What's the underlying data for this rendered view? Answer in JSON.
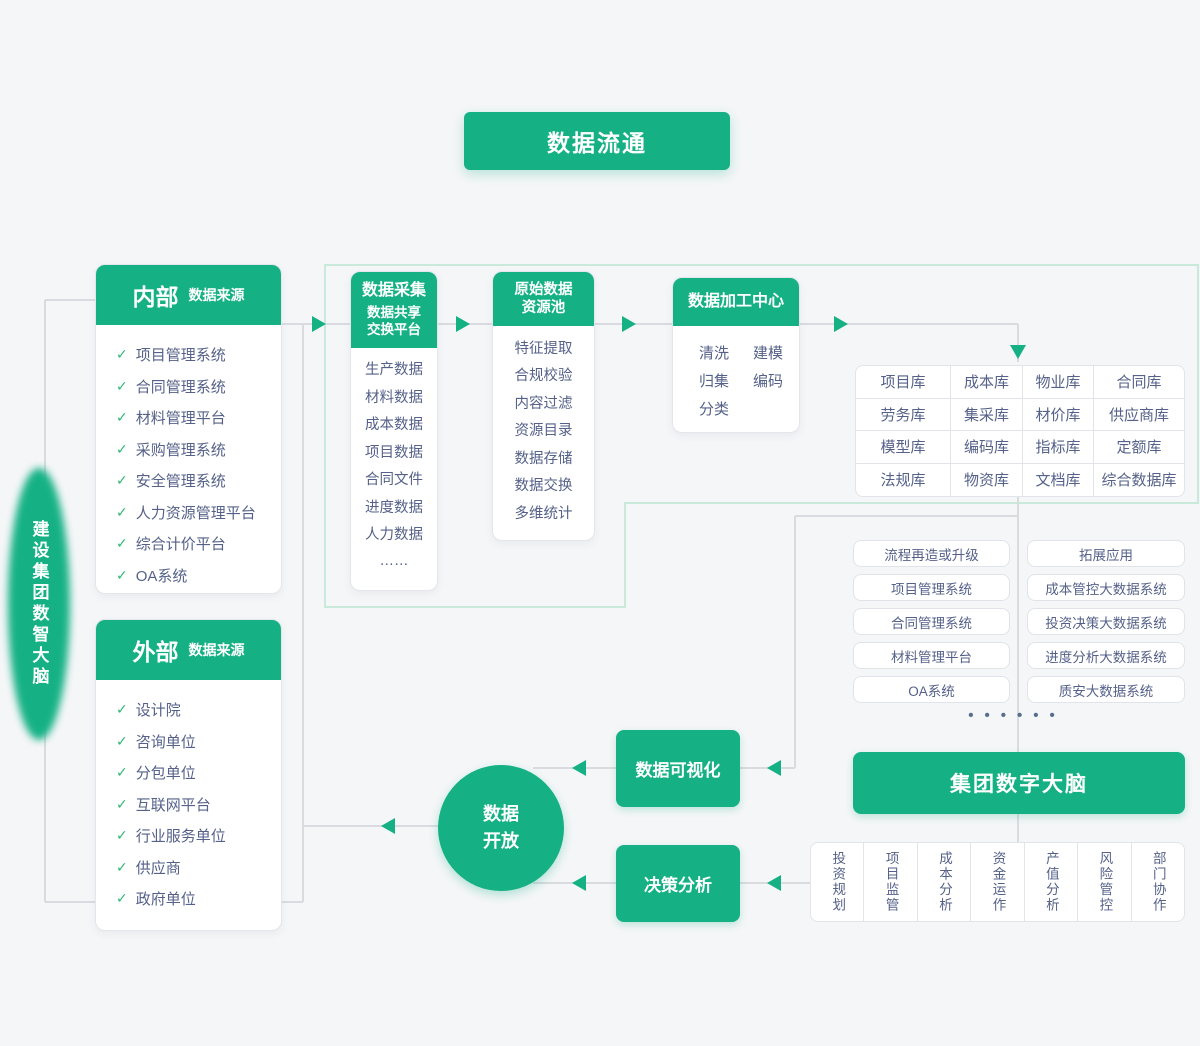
{
  "title": "数据流通",
  "icons": {
    "check": "✓"
  },
  "brain": {
    "label": "建设集团数智大脑"
  },
  "internal": {
    "title": "内部",
    "subtitle": "数据来源",
    "items": [
      "项目管理系统",
      "合同管理系统",
      "材料管理平台",
      "采购管理系统",
      "安全管理系统",
      "人力资源管理平台",
      "综合计价平台",
      "OA系统"
    ]
  },
  "external": {
    "title": "外部",
    "subtitle": "数据来源",
    "items": [
      "设计院",
      "咨询单位",
      "分包单位",
      "互联网平台",
      "行业服务单位",
      "供应商",
      "政府单位"
    ]
  },
  "collection": {
    "title": "数据采集",
    "subtitle_line1": "数据共享",
    "subtitle_line2": "交换平台",
    "items": [
      "生产数据",
      "材料数据",
      "成本数据",
      "项目数据",
      "合同文件",
      "进度数据",
      "人力数据",
      "……"
    ]
  },
  "pool": {
    "title_line1": "原始数据",
    "title_line2": "资源池",
    "items": [
      "特征提取",
      "合规校验",
      "内容过滤",
      "资源目录",
      "数据存储",
      "数据交换",
      "多维统计"
    ]
  },
  "processing": {
    "title": "数据加工中心",
    "items": [
      "清洗",
      "建模",
      "归集",
      "编码",
      "分类"
    ]
  },
  "databases": {
    "rows": [
      [
        "项目库",
        "成本库",
        "物业库",
        "合同库"
      ],
      [
        "劳务库",
        "集采库",
        "材价库",
        "供应商库"
      ],
      [
        "模型库",
        "编码库",
        "指标库",
        "定额库"
      ],
      [
        "法规库",
        "物资库",
        "文档库",
        "综合数据库"
      ]
    ]
  },
  "upgrade_list": [
    "流程再造或升级",
    "项目管理系统",
    "合同管理系统",
    "材料管理平台",
    "OA系统"
  ],
  "extend_list": [
    "拓展应用",
    "成本管控大数据系统",
    "投资决策大数据系统",
    "进度分析大数据系统",
    "质安大数据系统"
  ],
  "dots": "••••••",
  "digital_brain": "集团数字大脑",
  "visualization": "数据可视化",
  "decision": "决策分析",
  "open_circle": {
    "line1": "数据",
    "line2": "开放"
  },
  "functions": [
    "投资规划",
    "项目监管",
    "成本分析",
    "资金运作",
    "产值分析",
    "风险管控",
    "部门协作"
  ],
  "colors": {
    "primary_green": "#15b184",
    "check_green": "#2db873",
    "navy_text": "#556189",
    "line_gray": "#d9dbe0",
    "zone_green": "#c9e9da"
  }
}
